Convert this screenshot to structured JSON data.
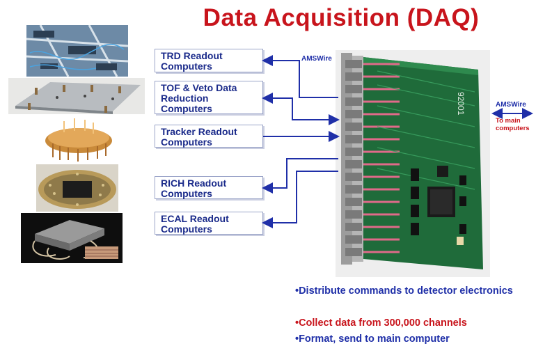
{
  "title": "Data Acquisition (DAQ)",
  "colors": {
    "title": "#c8141c",
    "box_text": "#1a2a8a",
    "arrow": "#1f2fa8",
    "bullet_blue": "#1f2fa8",
    "bullet_red": "#c8141c"
  },
  "boxes": [
    {
      "label": "TRD Readout Computers"
    },
    {
      "label": "TOF & Veto Data Reduction Computers"
    },
    {
      "label": "Tracker Readout Computers"
    },
    {
      "label": "RICH Readout Computers"
    },
    {
      "label": "ECAL Readout Computers"
    }
  ],
  "board": {
    "label": "AMSWire",
    "serial": "92001"
  },
  "right": {
    "label": "AMSWire",
    "sub": "To main computers"
  },
  "bullets": [
    {
      "text": "•Distribute commands  to detector electronics",
      "color": "blue"
    },
    {
      "text": "•Collect data from  300,000 channels",
      "color": "red"
    },
    {
      "text": "•Format, send to main computer",
      "color": "blue"
    }
  ]
}
